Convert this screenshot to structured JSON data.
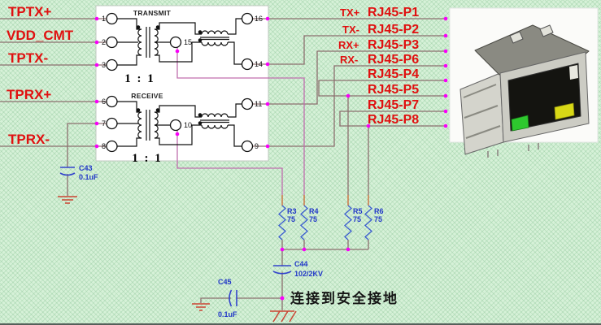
{
  "signals_left": [
    {
      "label": "TPTX+"
    },
    {
      "label": "VDD_CMT"
    },
    {
      "label": "TPTX-"
    },
    {
      "label": "TPRX+"
    },
    {
      "label": "TPRX-"
    }
  ],
  "transformer": {
    "transmit_label": "TRANSMIT",
    "receive_label": "RECEIVE",
    "ratio_transmit": "1 : 1",
    "ratio_receive": "1 : 1",
    "pins": {
      "p1": "1",
      "p2": "2",
      "p3": "3",
      "p6": "6",
      "p7": "7",
      "p8": "8",
      "p9": "9",
      "p10": "10",
      "p11": "11",
      "p14": "14",
      "p15": "15",
      "p16": "16"
    }
  },
  "rj45_rows": [
    {
      "signal": "TX+",
      "pin": "RJ45-P1"
    },
    {
      "signal": "TX-",
      "pin": "RJ45-P2"
    },
    {
      "signal": "RX+",
      "pin": "RJ45-P3"
    },
    {
      "signal": "RX-",
      "pin": "RJ45-P6"
    },
    {
      "signal": "",
      "pin": "RJ45-P4"
    },
    {
      "signal": "",
      "pin": "RJ45-P5"
    },
    {
      "signal": "",
      "pin": "RJ45-P7"
    },
    {
      "signal": "",
      "pin": "RJ45-P8"
    }
  ],
  "components": {
    "c43": {
      "ref": "C43",
      "value": "0.1uF"
    },
    "c44": {
      "ref": "C44",
      "value": "102/2KV"
    },
    "c45": {
      "ref": "C45",
      "value": "0.1uF"
    },
    "r3": {
      "ref": "R3",
      "value": "75"
    },
    "r4": {
      "ref": "R4",
      "value": "75"
    },
    "r5": {
      "ref": "R5",
      "value": "75"
    },
    "r6": {
      "ref": "R6",
      "value": "75"
    }
  },
  "annotation": {
    "safety_ground_note": "连接到安全接地"
  },
  "colors": {
    "background": "#d6f1d8",
    "wire": "#8d6f6f",
    "center_tap_wire": "#c06fae",
    "junction_dot": "#f800f8",
    "component_blue": "#2238c8",
    "label_red": "#e01010",
    "ground_red": "#cc4433",
    "led_green": "#2ec82e",
    "led_yellow": "#d8d816"
  }
}
